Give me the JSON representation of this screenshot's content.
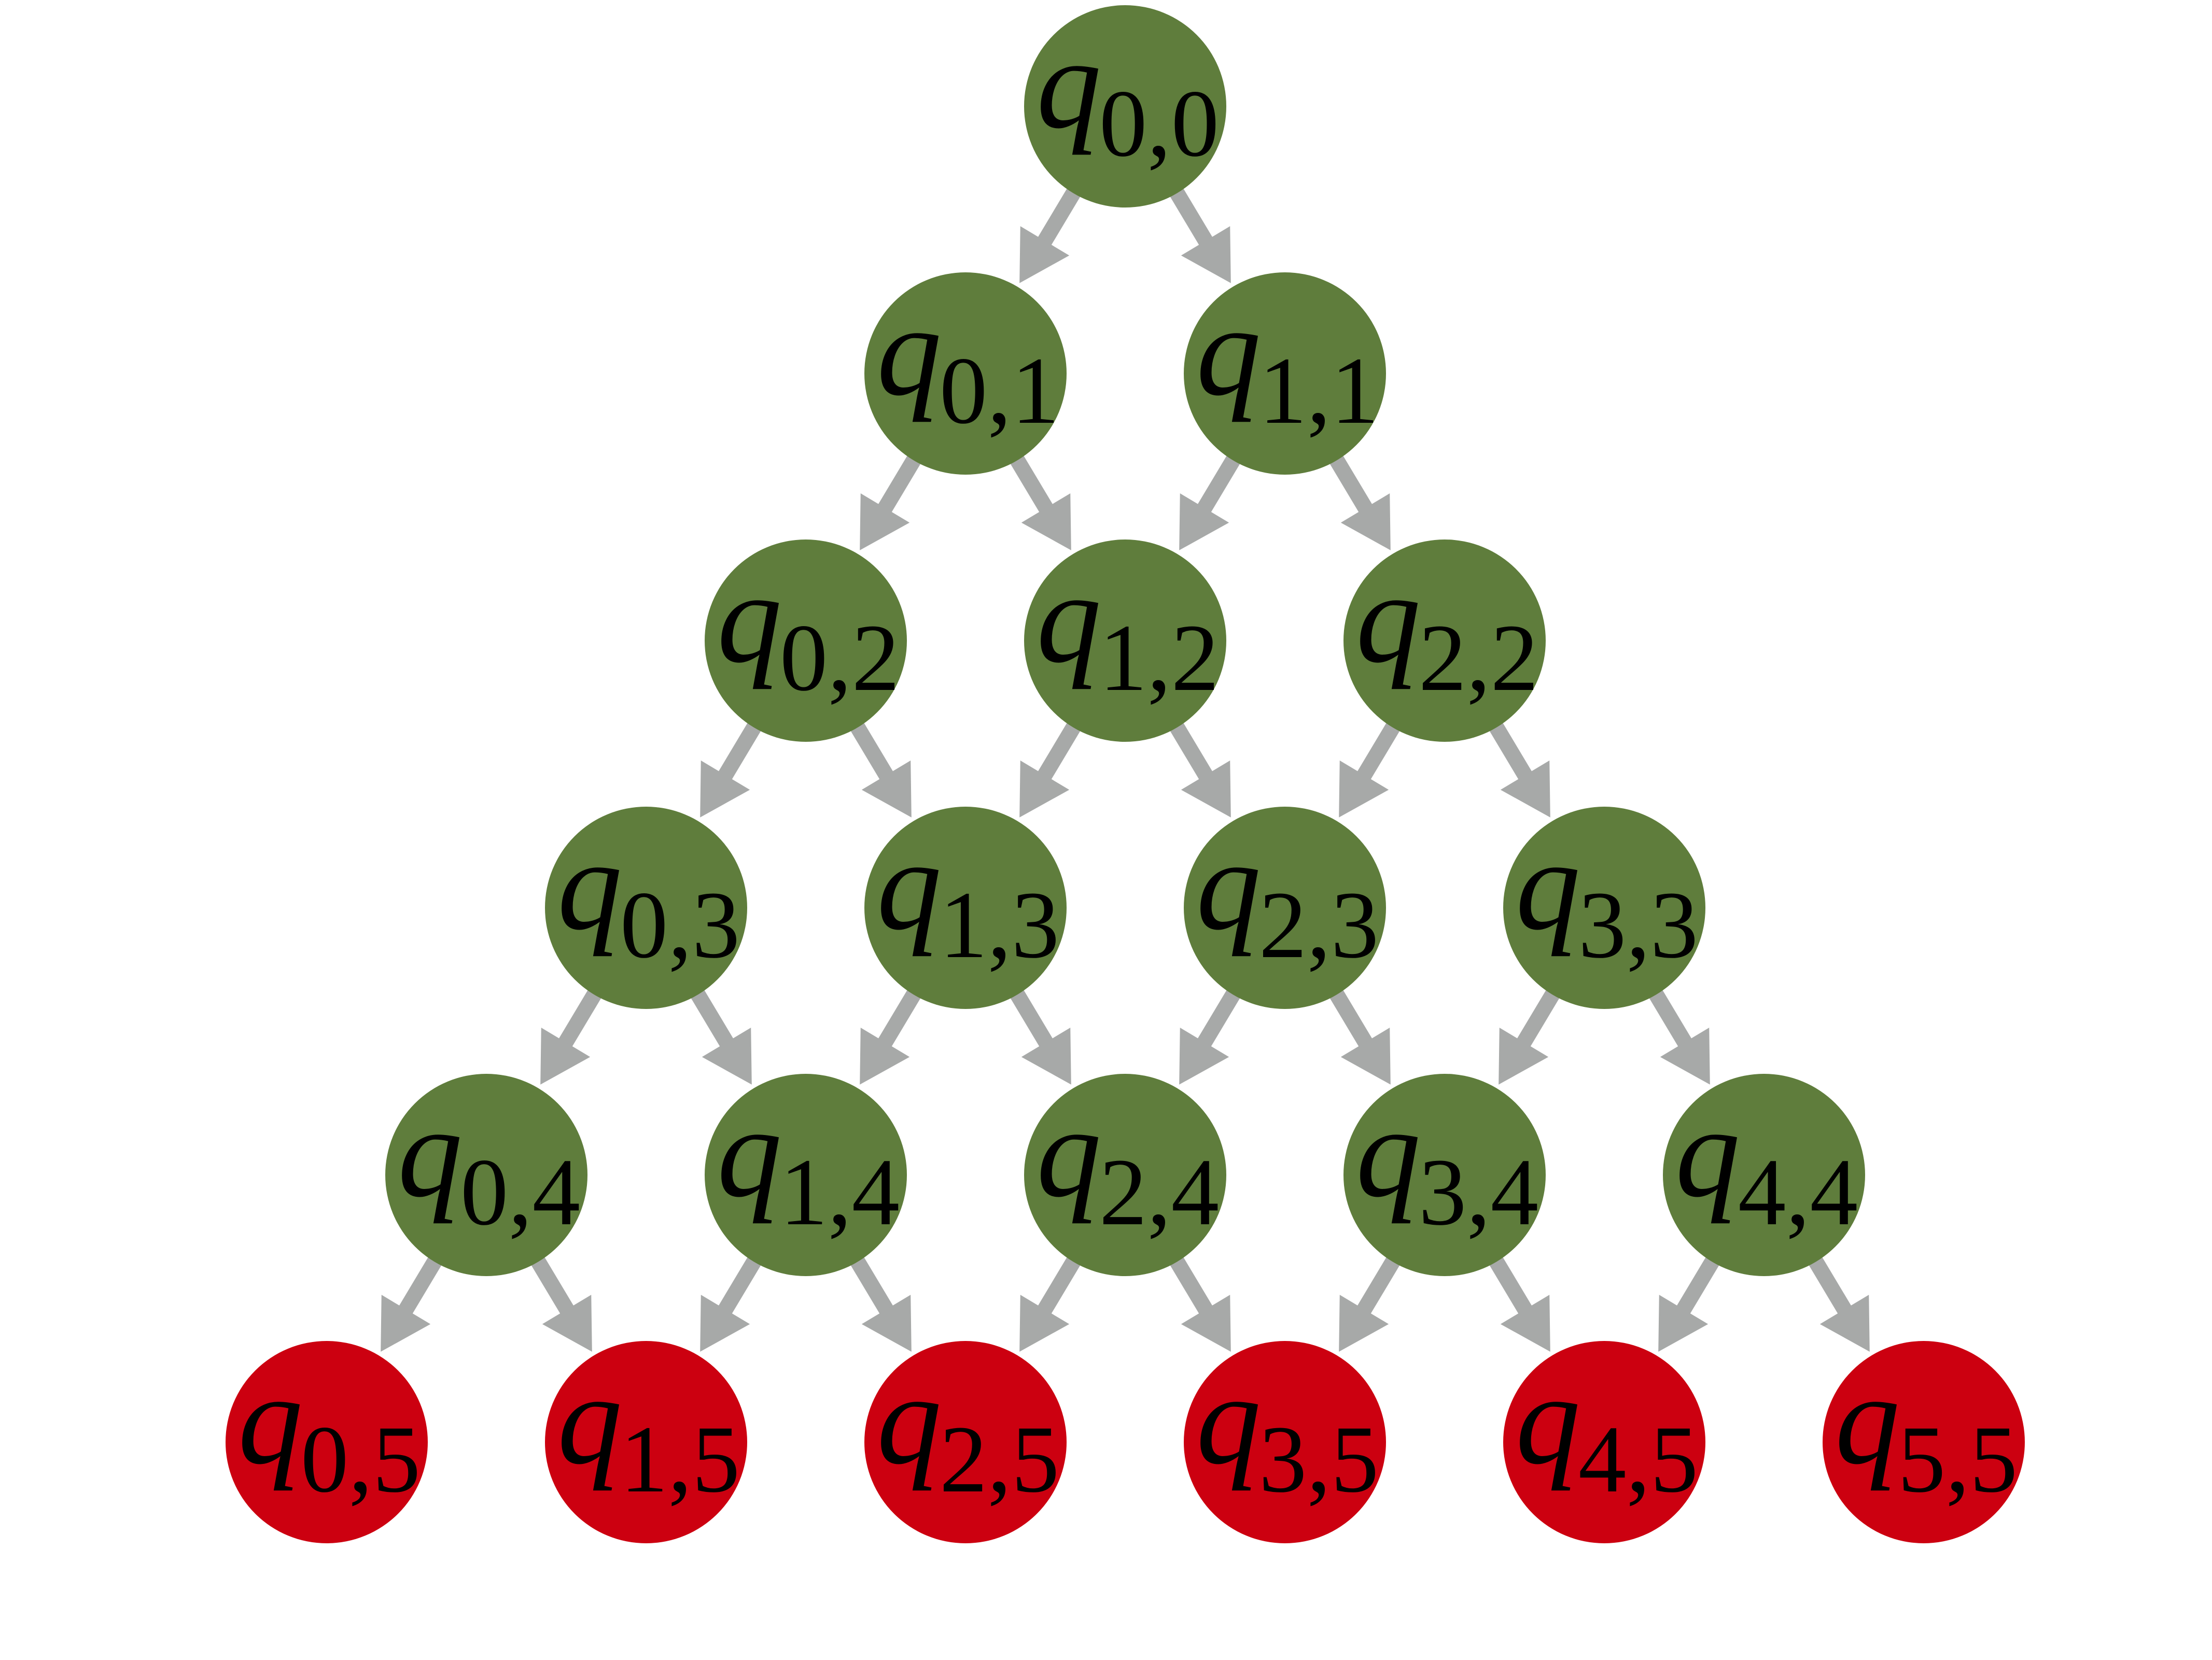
{
  "diagram": {
    "colors": {
      "inner_node": "#5f7d3c",
      "leaf_node": "#cc0010",
      "edge": "#a7a9a8",
      "label": "#000000",
      "background": "#ffffff"
    },
    "nodes": [
      {
        "id": "q00",
        "label_base": "q",
        "label_sub": "0,0",
        "kind": "inner"
      },
      {
        "id": "q01",
        "label_base": "q",
        "label_sub": "0,1",
        "kind": "inner"
      },
      {
        "id": "q11",
        "label_base": "q",
        "label_sub": "1,1",
        "kind": "inner"
      },
      {
        "id": "q02",
        "label_base": "q",
        "label_sub": "0,2",
        "kind": "inner"
      },
      {
        "id": "q12",
        "label_base": "q",
        "label_sub": "1,2",
        "kind": "inner"
      },
      {
        "id": "q22",
        "label_base": "q",
        "label_sub": "2,2",
        "kind": "inner"
      },
      {
        "id": "q03",
        "label_base": "q",
        "label_sub": "0,3",
        "kind": "inner"
      },
      {
        "id": "q13",
        "label_base": "q",
        "label_sub": "1,3",
        "kind": "inner"
      },
      {
        "id": "q23",
        "label_base": "q",
        "label_sub": "2,3",
        "kind": "inner"
      },
      {
        "id": "q33",
        "label_base": "q",
        "label_sub": "3,3",
        "kind": "inner"
      },
      {
        "id": "q04",
        "label_base": "q",
        "label_sub": "0,4",
        "kind": "inner"
      },
      {
        "id": "q14",
        "label_base": "q",
        "label_sub": "1,4",
        "kind": "inner"
      },
      {
        "id": "q24",
        "label_base": "q",
        "label_sub": "2,4",
        "kind": "inner"
      },
      {
        "id": "q34",
        "label_base": "q",
        "label_sub": "3,4",
        "kind": "inner"
      },
      {
        "id": "q44",
        "label_base": "q",
        "label_sub": "4,4",
        "kind": "inner"
      },
      {
        "id": "q05",
        "label_base": "q",
        "label_sub": "0,5",
        "kind": "leaf"
      },
      {
        "id": "q15",
        "label_base": "q",
        "label_sub": "1,5",
        "kind": "leaf"
      },
      {
        "id": "q25",
        "label_base": "q",
        "label_sub": "2,5",
        "kind": "leaf"
      },
      {
        "id": "q35",
        "label_base": "q",
        "label_sub": "3,5",
        "kind": "leaf"
      },
      {
        "id": "q45",
        "label_base": "q",
        "label_sub": "4,5",
        "kind": "leaf"
      },
      {
        "id": "q55",
        "label_base": "q",
        "label_sub": "5,5",
        "kind": "leaf"
      }
    ],
    "edges": [
      {
        "from": "q00",
        "to": "q01"
      },
      {
        "from": "q00",
        "to": "q11"
      },
      {
        "from": "q01",
        "to": "q02"
      },
      {
        "from": "q01",
        "to": "q12"
      },
      {
        "from": "q11",
        "to": "q12"
      },
      {
        "from": "q11",
        "to": "q22"
      },
      {
        "from": "q02",
        "to": "q03"
      },
      {
        "from": "q02",
        "to": "q13"
      },
      {
        "from": "q12",
        "to": "q13"
      },
      {
        "from": "q12",
        "to": "q23"
      },
      {
        "from": "q22",
        "to": "q23"
      },
      {
        "from": "q22",
        "to": "q33"
      },
      {
        "from": "q03",
        "to": "q04"
      },
      {
        "from": "q03",
        "to": "q14"
      },
      {
        "from": "q13",
        "to": "q14"
      },
      {
        "from": "q13",
        "to": "q24"
      },
      {
        "from": "q23",
        "to": "q24"
      },
      {
        "from": "q23",
        "to": "q34"
      },
      {
        "from": "q33",
        "to": "q34"
      },
      {
        "from": "q33",
        "to": "q44"
      },
      {
        "from": "q04",
        "to": "q05"
      },
      {
        "from": "q04",
        "to": "q15"
      },
      {
        "from": "q14",
        "to": "q15"
      },
      {
        "from": "q14",
        "to": "q25"
      },
      {
        "from": "q24",
        "to": "q25"
      },
      {
        "from": "q24",
        "to": "q35"
      },
      {
        "from": "q34",
        "to": "q35"
      },
      {
        "from": "q34",
        "to": "q45"
      },
      {
        "from": "q44",
        "to": "q45"
      },
      {
        "from": "q44",
        "to": "q55"
      }
    ]
  }
}
